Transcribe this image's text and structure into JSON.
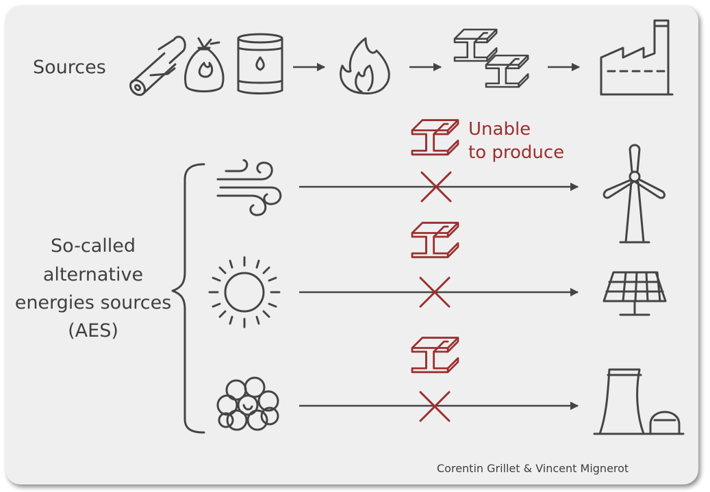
{
  "labels": {
    "sources": "Sources",
    "aes_line1": "So-called",
    "aes_line2": "alternative",
    "aes_line3": "energies sources",
    "aes_line4": "(AES)",
    "unable_line1": "Unable",
    "unable_line2": "to produce",
    "credit": "Corentin Grillet & Vincent Mignerot"
  },
  "colors": {
    "background": "#efefef",
    "icon": "#444444",
    "accent": "#9c2f2f"
  },
  "icons": {
    "top_row": [
      "wood-logs",
      "coal-bag",
      "oil-barrel",
      "fire",
      "steel-beams",
      "factory"
    ],
    "aes_sources": [
      "wind",
      "sun",
      "uranium-atoms"
    ],
    "aes_targets": [
      "wind-turbine",
      "solar-panel",
      "nuclear-plant"
    ],
    "blocked_marker": "steel-beam-crossed"
  }
}
